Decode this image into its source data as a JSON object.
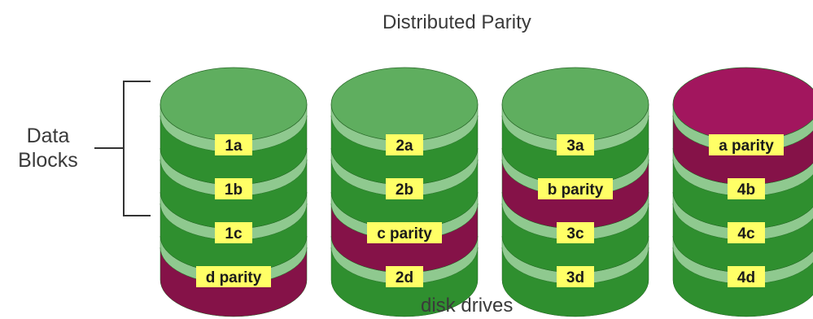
{
  "title": "Distributed Parity",
  "side_label": {
    "line1": "Data",
    "line2": "Blocks"
  },
  "footer": "disk drives",
  "colors": {
    "data_top": "#5fae5f",
    "data_side": "#2f8f2f",
    "parity_top": "#a2165e",
    "parity_side": "#851248",
    "label_bg": "#ffff66",
    "separator": "#8fc98f"
  },
  "disks": [
    {
      "name": "disk-1",
      "top_type": "data",
      "blocks": [
        {
          "label": "1a",
          "type": "data"
        },
        {
          "label": "1b",
          "type": "data"
        },
        {
          "label": "1c",
          "type": "data"
        },
        {
          "label": "d parity",
          "type": "parity"
        }
      ]
    },
    {
      "name": "disk-2",
      "top_type": "data",
      "blocks": [
        {
          "label": "2a",
          "type": "data"
        },
        {
          "label": "2b",
          "type": "data"
        },
        {
          "label": "c parity",
          "type": "parity"
        },
        {
          "label": "2d",
          "type": "data"
        }
      ]
    },
    {
      "name": "disk-3",
      "top_type": "data",
      "blocks": [
        {
          "label": "3a",
          "type": "data"
        },
        {
          "label": "b parity",
          "type": "parity"
        },
        {
          "label": "3c",
          "type": "data"
        },
        {
          "label": "3d",
          "type": "data"
        }
      ]
    },
    {
      "name": "disk-4",
      "top_type": "parity",
      "blocks": [
        {
          "label": "a parity",
          "type": "parity"
        },
        {
          "label": "4b",
          "type": "data"
        },
        {
          "label": "4c",
          "type": "data"
        },
        {
          "label": "4d",
          "type": "data"
        }
      ]
    }
  ]
}
